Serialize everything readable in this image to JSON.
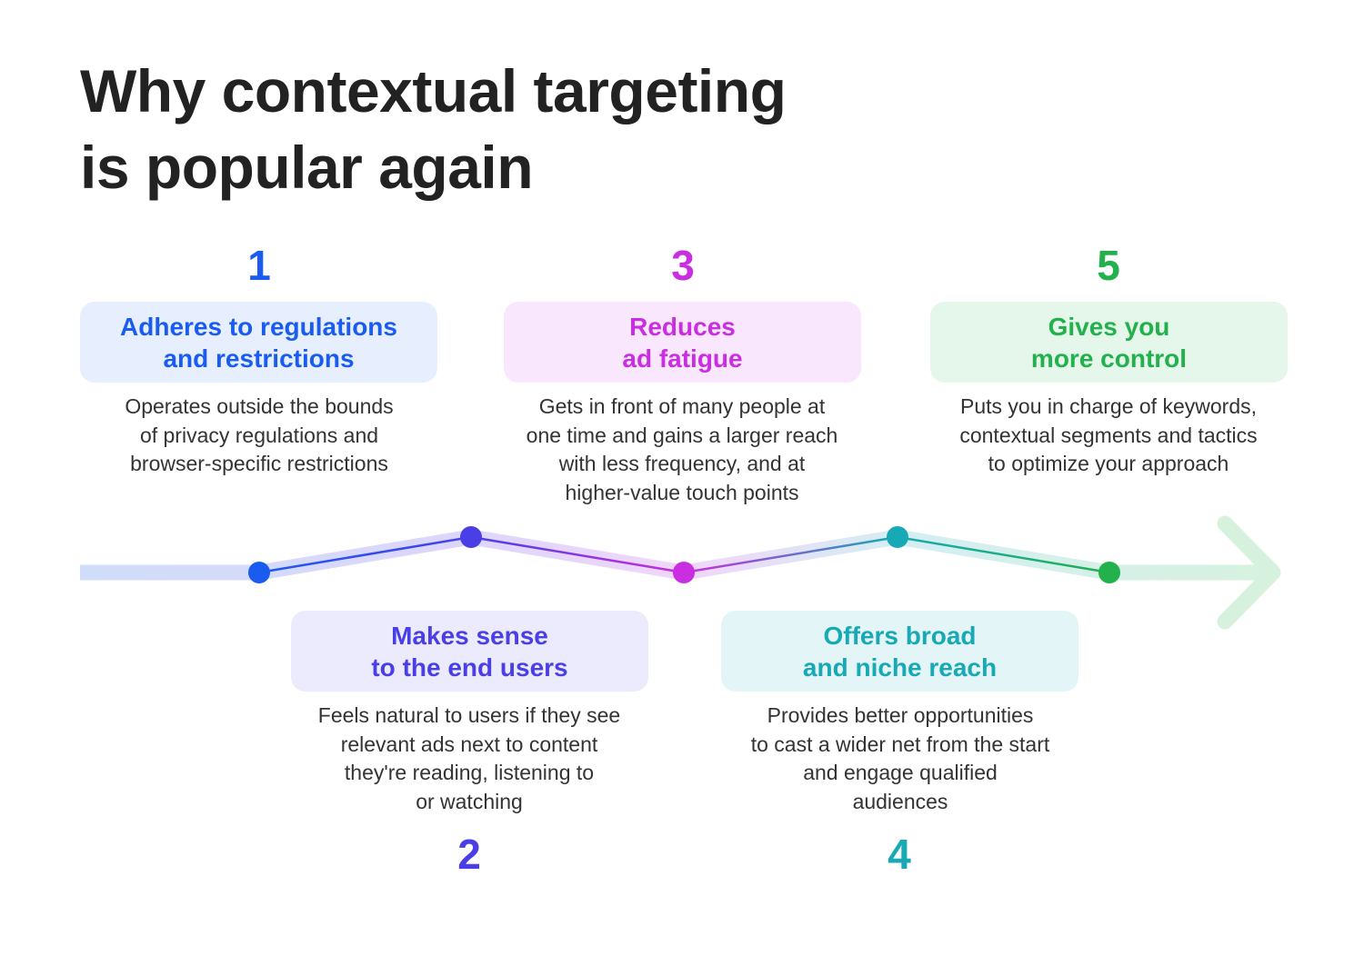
{
  "title": {
    "line1": "Why contextual targeting",
    "line2": "is popular again"
  },
  "colors": {
    "title": "#222222",
    "text": "#333333",
    "step1": "#1a5cf0",
    "step2": "#4a3fe6",
    "step3": "#c92ee0",
    "step4": "#17a9b5",
    "step5": "#22b14c"
  },
  "steps": [
    {
      "number": "1",
      "heading": [
        "Adheres to regulations",
        "and restrictions"
      ],
      "description": [
        "Operates outside the bounds",
        "of privacy regulations and",
        "browser-specific restrictions"
      ]
    },
    {
      "number": "2",
      "heading": [
        "Makes sense",
        "to the end users"
      ],
      "description": [
        "Feels natural to users if they see",
        "relevant ads next to content",
        "they're reading, listening to",
        "or watching"
      ]
    },
    {
      "number": "3",
      "heading": [
        "Reduces",
        "ad fatigue"
      ],
      "description": [
        "Gets in front of many people at",
        "one time and gains a larger reach",
        "with less frequency, and at",
        "higher-value touch points"
      ]
    },
    {
      "number": "4",
      "heading": [
        "Offers broad",
        "and niche reach"
      ],
      "description": [
        "Provides better opportunities",
        "to cast a wider net from the start",
        "and engage qualified",
        "audiences"
      ]
    },
    {
      "number": "5",
      "heading": [
        "Gives you",
        "more control"
      ],
      "description": [
        "Puts you in charge of keywords,",
        "contextual segments and tactics",
        "to optimize your approach"
      ]
    }
  ]
}
